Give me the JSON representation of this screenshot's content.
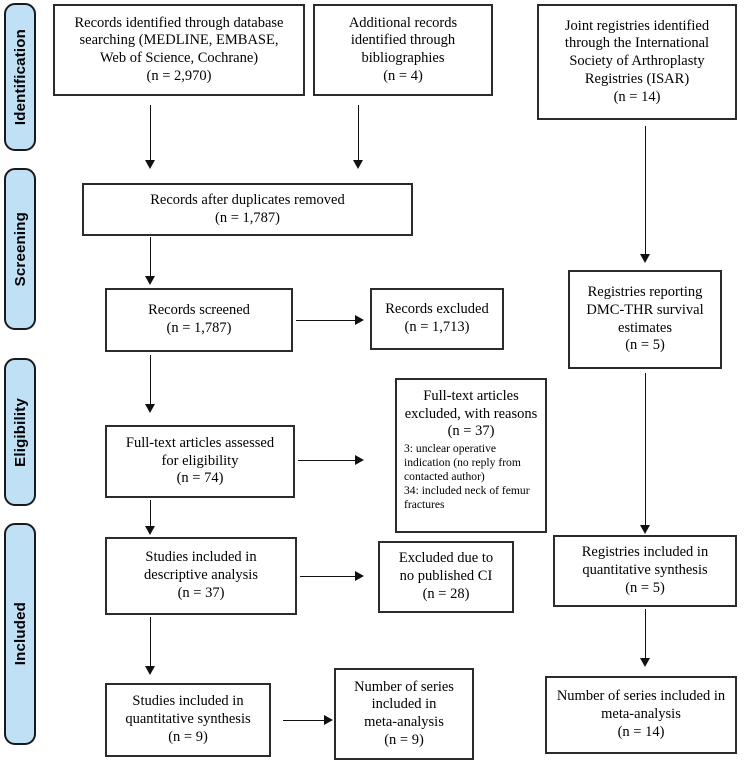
{
  "diagram": {
    "title": "PRISMA study selection flow diagram",
    "type": "flowchart",
    "accent_color": "#bfe0f5",
    "border_color": "#2b2b2b",
    "text_color": "#000000"
  },
  "stages": [
    {
      "label": "Identification"
    },
    {
      "label": "Screening"
    },
    {
      "label": "Eligibility"
    },
    {
      "label": "Included"
    }
  ],
  "boxes": {
    "database_search": {
      "l1": "Records identified through database",
      "l2": "searching (MEDLINE, EMBASE,",
      "l3": "Web of Science, Cochrane)",
      "count": "(n = 2,970)"
    },
    "bibliographies": {
      "l1": "Additional records",
      "l2": "identified through",
      "l3": "bibliographies",
      "count": "(n = 4)"
    },
    "isar_registries": {
      "l1": "Joint registries identified",
      "l2": "through the International",
      "l3": "Society of Arthroplasty",
      "l4": "Registries (ISAR)",
      "count": "(n = 14)"
    },
    "duplicates_removed": {
      "l1": "Records after duplicates removed",
      "count": "(n = 1,787)"
    },
    "records_screened": {
      "l1": "Records screened",
      "count": "(n = 1,787)"
    },
    "records_excluded": {
      "l1": "Records excluded",
      "count": "(n = 1,713)"
    },
    "registries_reporting": {
      "l1": "Registries reporting",
      "l2": "DMC-THR survival",
      "l3": "estimates",
      "count": "(n = 5)"
    },
    "fulltext_assessed": {
      "l1": "Full-text articles assessed",
      "l2": "for eligibility",
      "count": "(n = 74)"
    },
    "fulltext_excluded": {
      "l1": "Full-text articles",
      "l2": "excluded, with reasons",
      "count": "(n = 37)",
      "reason1": "3: unclear operative",
      "reason2": "indication (no reply from",
      "reason3": "contacted author)",
      "reason4": "34: included neck of femur",
      "reason5": "fractures"
    },
    "descriptive_analysis": {
      "l1": "Studies included in",
      "l2": "descriptive analysis",
      "count": "(n = 37)"
    },
    "excluded_no_ci": {
      "l1": "Excluded due to",
      "l2": "no published CI",
      "count": "(n = 28)"
    },
    "registries_quantitative": {
      "l1": "Registries included in",
      "l2": "quantitative synthesis",
      "count": "(n = 5)"
    },
    "studies_quantitative": {
      "l1": "Studies included in",
      "l2": "quantitative synthesis",
      "count": "(n = 9)"
    },
    "series_meta_left": {
      "l1": "Number of series",
      "l2": "included in",
      "l3": "meta-analysis",
      "count": "(n = 9)"
    },
    "series_meta_right": {
      "l1": "Number of series included in",
      "l2": "meta-analysis",
      "count": "(n = 14)"
    }
  }
}
